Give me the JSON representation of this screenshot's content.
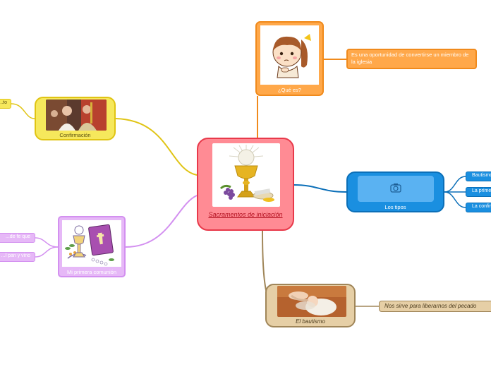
{
  "colors": {
    "central": "#ff8b94",
    "que_es": "#ffa84a",
    "tipos": "#1a8fe0",
    "bautismo": "#e6cfa6",
    "confirmacion": "#f6e85c",
    "comunion": "#e6b8f7"
  },
  "central": {
    "label": "Sacramentos de iniciación",
    "image": "chalice-host-icon"
  },
  "que_es": {
    "label": "¿Qué es?",
    "image": "cartoon-girl-icon",
    "note": "Es una oportunidad de convertirse un miembro de la iglesia"
  },
  "tipos": {
    "label": "Los tipos",
    "image": "camera-icon",
    "items": [
      "Bautismo",
      "La primera comunión",
      "La confirmación"
    ]
  },
  "bautismo": {
    "label": "El bautismo",
    "image": "baptism-photo",
    "note": "Nos sirve para liberarnos del pecado"
  },
  "confirmacion": {
    "label": "Confirmación",
    "image": "confirmation-photo",
    "note": "...to"
  },
  "comunion": {
    "label": "Mi primera comunión",
    "image": "chalice-book-icon",
    "notes": [
      "...de fe que",
      "...l pan y vino"
    ]
  }
}
